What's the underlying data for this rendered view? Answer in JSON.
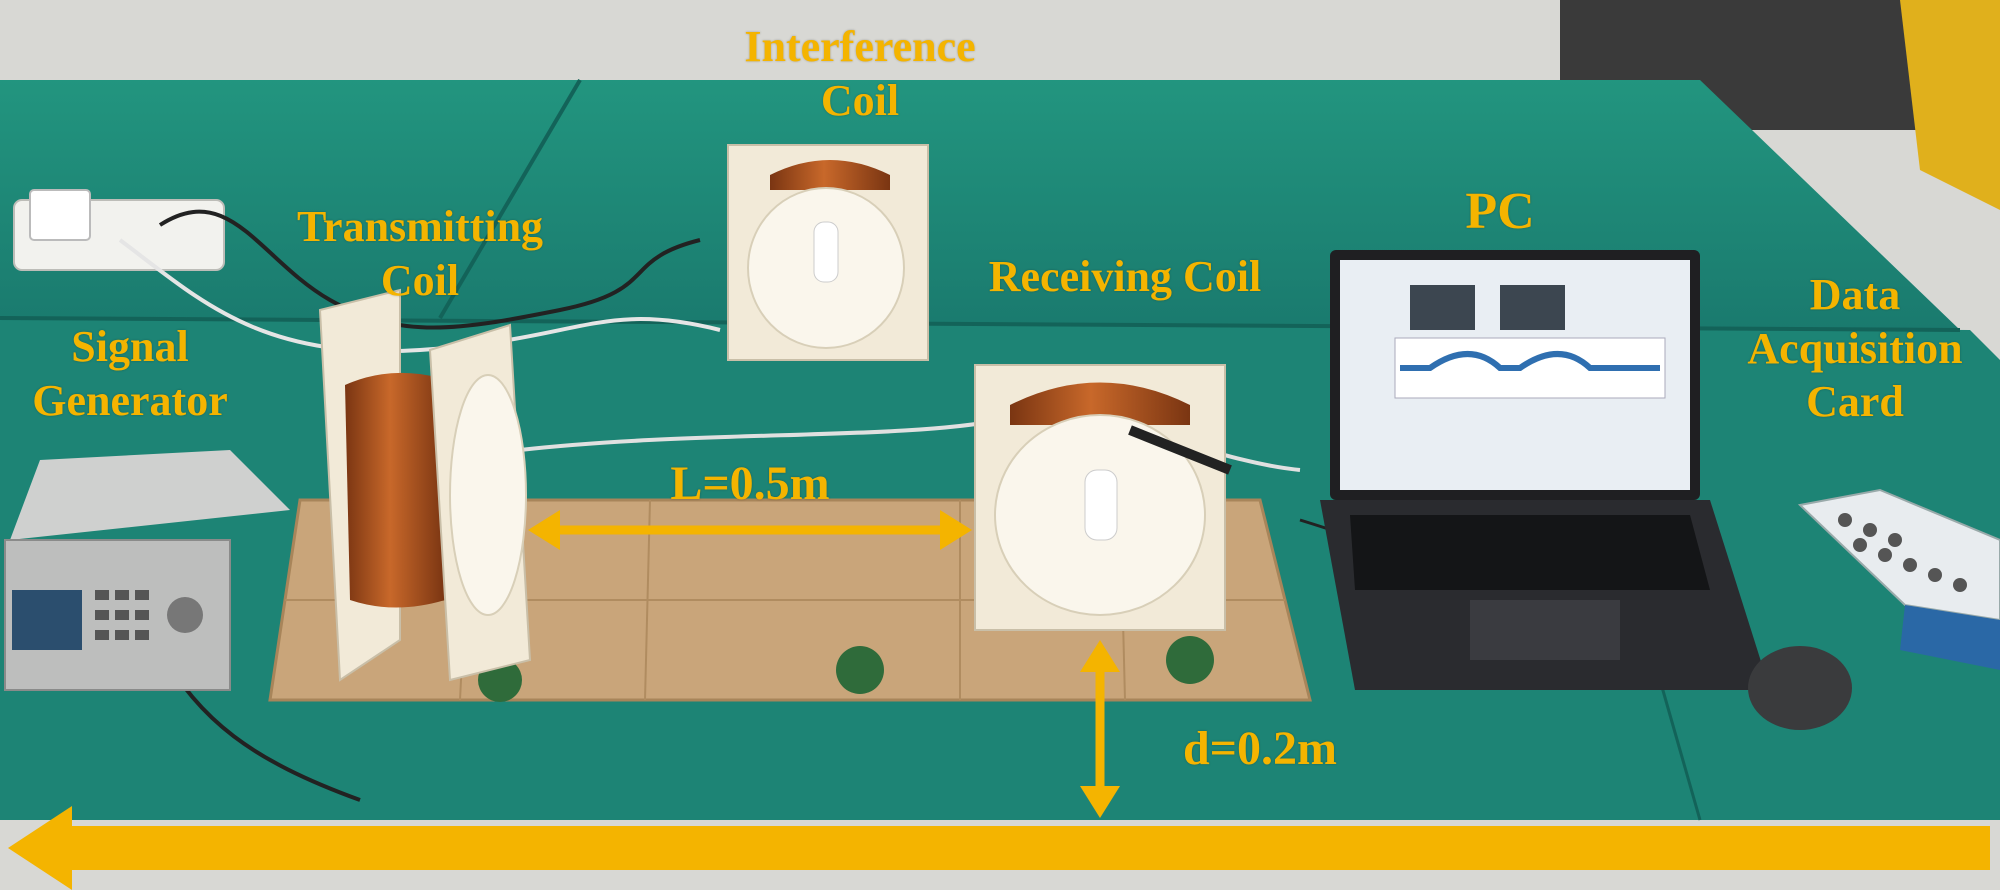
{
  "labels": {
    "interference_coil": [
      "Interference",
      "Coil"
    ],
    "transmitting_coil": [
      "Transmitting",
      "Coil"
    ],
    "receiving_coil": "Receiving Coil",
    "pc": "PC",
    "data_acquisition_card": [
      "Data",
      "Acquisition",
      "Card"
    ],
    "signal_generator": [
      "Signal",
      "Generator"
    ],
    "coil_spacing": "L=0.5m",
    "lateral_offset": "d=0.2m"
  },
  "colors": {
    "annotation": "#f4b400",
    "table": "#1f8a7d",
    "copper": "#b0561f",
    "coil_frame": "#f2ead8",
    "board": "#c9a57a"
  },
  "icons": {
    "spacing_arrow": "double-headed-arrow-horizontal",
    "offset_arrow": "double-headed-arrow-vertical",
    "motion_arrow": "arrow-left"
  }
}
